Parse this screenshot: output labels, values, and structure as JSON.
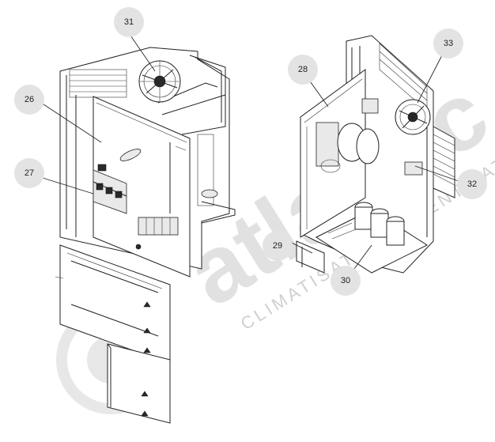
{
  "callouts": [
    {
      "id": "c31",
      "label": "31"
    },
    {
      "id": "c26",
      "label": "26"
    },
    {
      "id": "c27",
      "label": "27"
    },
    {
      "id": "c28",
      "label": "28"
    },
    {
      "id": "c33",
      "label": "33"
    },
    {
      "id": "c32",
      "label": "32"
    },
    {
      "id": "c29",
      "label": "29"
    },
    {
      "id": "c30",
      "label": "30"
    }
  ],
  "watermark": {
    "brand": "atlantic",
    "tagline": "CLIMATISATION & VENTILATION",
    "color": "#c9c9c9"
  }
}
